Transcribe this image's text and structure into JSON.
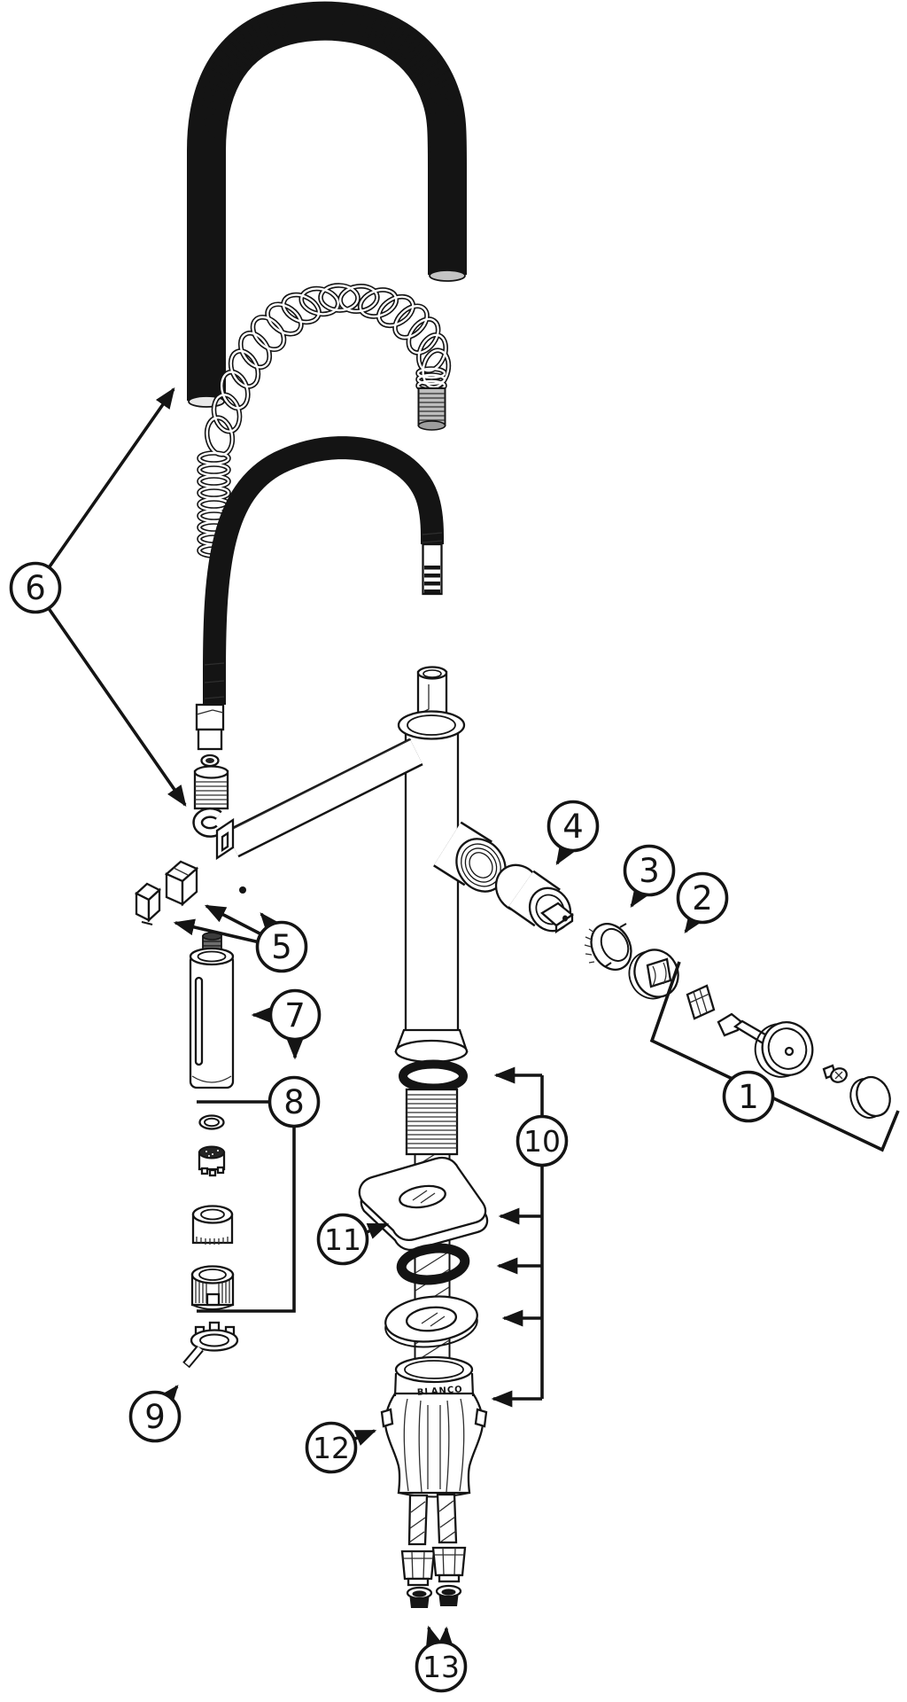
{
  "fig": {
    "brand": "BLANCO",
    "background_color": "#ffffff",
    "line_color": "#141414",
    "metal_color": "#bdbdbd",
    "callouts": [
      {
        "label": "1"
      },
      {
        "label": "2"
      },
      {
        "label": "3"
      },
      {
        "label": "4"
      },
      {
        "label": "5"
      },
      {
        "label": "6"
      },
      {
        "label": "7"
      },
      {
        "label": "8"
      },
      {
        "label": "9"
      },
      {
        "label": "10"
      },
      {
        "label": "11"
      },
      {
        "label": "12"
      },
      {
        "label": "13"
      }
    ]
  }
}
